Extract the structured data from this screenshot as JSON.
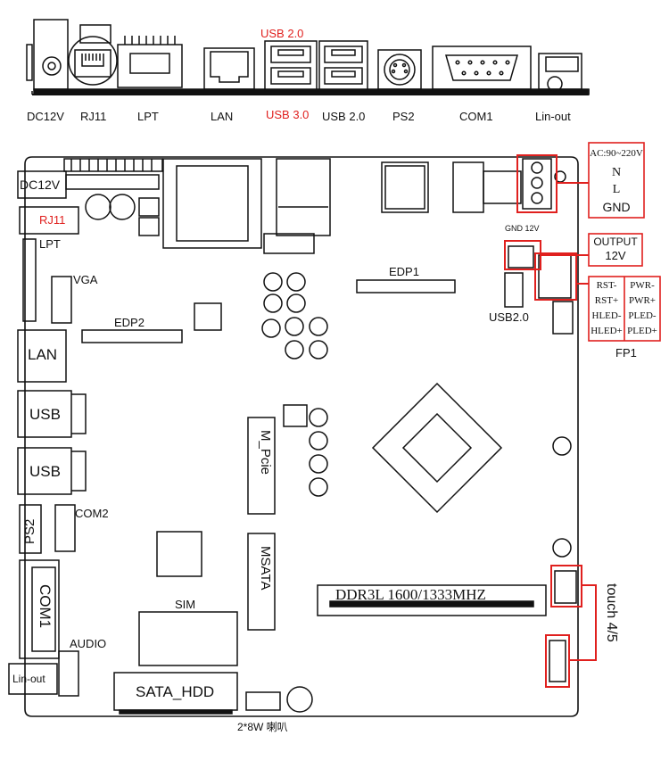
{
  "io_panel": {
    "top_labels": {
      "usb20": "USB 2.0"
    },
    "bottom_labels": {
      "dc12v": "DC12V",
      "rj11": "RJ11",
      "lpt": "LPT",
      "lan": "LAN",
      "usb30": "USB 3.0",
      "usb20": "USB 2.0",
      "ps2": "PS2",
      "com1": "COM1",
      "lineout": "Lin-out"
    }
  },
  "board": {
    "connectors": {
      "dc12v": "DC12V",
      "rj11": "RJ11",
      "lpt": "LPT",
      "vga": "VGA",
      "edp2": "EDP2",
      "edp1": "EDP1",
      "lan": "LAN",
      "usb_a": "USB",
      "usb_b": "USB",
      "ps2": "PS2",
      "com2": "COM2",
      "com1": "COM1",
      "audio": "AUDIO",
      "lineout": "Lin-out",
      "sim": "SIM",
      "sata": "SATA_HDD",
      "mpcie": "M_Pcie",
      "msata": "MSATA",
      "ddr": "DDR3L 1600/1333MHZ",
      "usb20_header": "USB2.0",
      "gnd12v": "GND 12V",
      "speaker": "2*8W 喇叭",
      "fp1": "FP1",
      "touch": "touch 4/5"
    },
    "ac_callout": {
      "line1": "AC:90~220V",
      "line2": "N",
      "line3": "L",
      "line4": "GND"
    },
    "output_callout": {
      "line1": "OUTPUT",
      "line2": "12V"
    },
    "fp1_pins": {
      "left": [
        "RST-",
        "RST+",
        "HLED-",
        "HLED+"
      ],
      "right": [
        "PWR-",
        "PWR+",
        "PLED-",
        "PLED+"
      ]
    }
  },
  "colors": {
    "highlight": "#e0201e",
    "ink": "#111111"
  }
}
